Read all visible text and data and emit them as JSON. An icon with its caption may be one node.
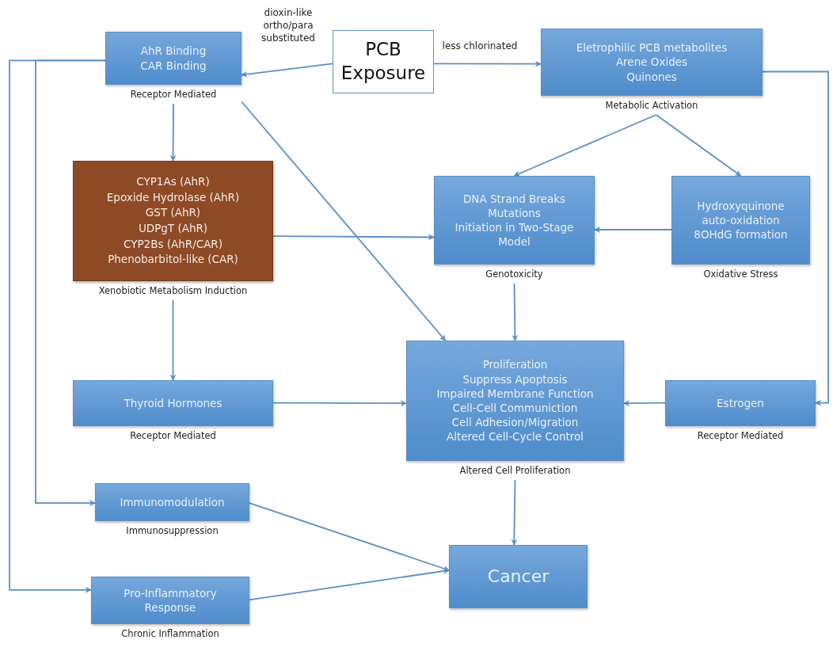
{
  "diagram": {
    "nodes": [
      {
        "text": [
          "PCB Exposure"
        ]
      },
      {
        "text": [
          "AhR Binding",
          "CAR Binding"
        ],
        "beside": [
          "Receptor Mediated"
        ]
      },
      {
        "text": [
          "Eletrophilic PCB metabolites",
          "Arene Oxides",
          "Quinones"
        ],
        "beside": [
          "Metabolic Activation"
        ]
      },
      {
        "text": [
          "CYP1As (AhR)",
          "Epoxide Hydrolase (AhR)",
          "GST (AhR)",
          "UDPgT (AhR)",
          "CYP2Bs (AhR/CAR)",
          "Phenobarbitol-like (CAR)"
        ],
        "beside": [
          "Xenobiotic Metabolism Induction"
        ]
      },
      {
        "text": [
          "DNA Strand Breaks",
          "Mutations",
          "Initiation in Two-Stage Model"
        ],
        "beside": [
          "Genotoxicity"
        ]
      },
      {
        "text": [
          "Hydroxyquinone",
          "auto-oxidation",
          "8OHdG formation"
        ],
        "beside": [
          "Oxidative Stress"
        ]
      },
      {
        "text": [
          "Thyroid Hormones"
        ],
        "beside": [
          "Receptor Mediated"
        ]
      },
      {
        "text": [
          "Proliferation",
          "Suppress Apoptosis",
          "Impaired Membrane Function",
          "Cell-Cell Communiction",
          "Cell Adhesion/Migration",
          "Altered Cell-Cycle Control"
        ],
        "beside": [
          "Altered Cell Proliferation"
        ]
      },
      {
        "text": [
          "Estrogen"
        ],
        "beside": [
          "Receptor Mediated"
        ]
      },
      {
        "text": [
          "Immunomodulation"
        ],
        "beside": [
          "Immunosuppression"
        ]
      },
      {
        "text": [
          "Cancer"
        ]
      },
      {
        "text": [
          "Pro-Inflammatory Response"
        ],
        "beside": [
          "Chronic Inflammation"
        ]
      }
    ],
    "edges": [
      {
        "from": 0,
        "to": 1,
        "arrow": "to",
        "label": "dioxin-like ortho/para substituted"
      },
      {
        "from": 0,
        "to": 2,
        "arrow": "to",
        "label": "less chlorinated"
      },
      {
        "from": 1,
        "to": 3,
        "arrow": "to"
      },
      {
        "from": 1,
        "to": 7,
        "arrow": "to"
      },
      {
        "from": 2,
        "to": 4,
        "arrow": "to"
      },
      {
        "from": 2,
        "to": 5,
        "arrow": "to"
      },
      {
        "from": 3,
        "to": 4,
        "arrow": "to"
      },
      {
        "from": 5,
        "to": 4,
        "arrow": "to"
      },
      {
        "from": 4,
        "to": 7,
        "arrow": "to"
      },
      {
        "from": 3,
        "to": 6,
        "arrow": "to"
      },
      {
        "from": 6,
        "to": 7,
        "arrow": "to"
      },
      {
        "from": 8,
        "to": 7,
        "arrow": "to"
      },
      {
        "from": 2,
        "to": 8,
        "arrow": "to"
      },
      {
        "from": 1,
        "to": 9,
        "arrow": "to"
      },
      {
        "from": 1,
        "to": 11,
        "arrow": "to"
      },
      {
        "from": 9,
        "to": 10,
        "arrow": "to"
      },
      {
        "from": 11,
        "to": 10,
        "arrow": "to"
      },
      {
        "from": 7,
        "to": 10,
        "arrow": "to"
      }
    ]
  }
}
